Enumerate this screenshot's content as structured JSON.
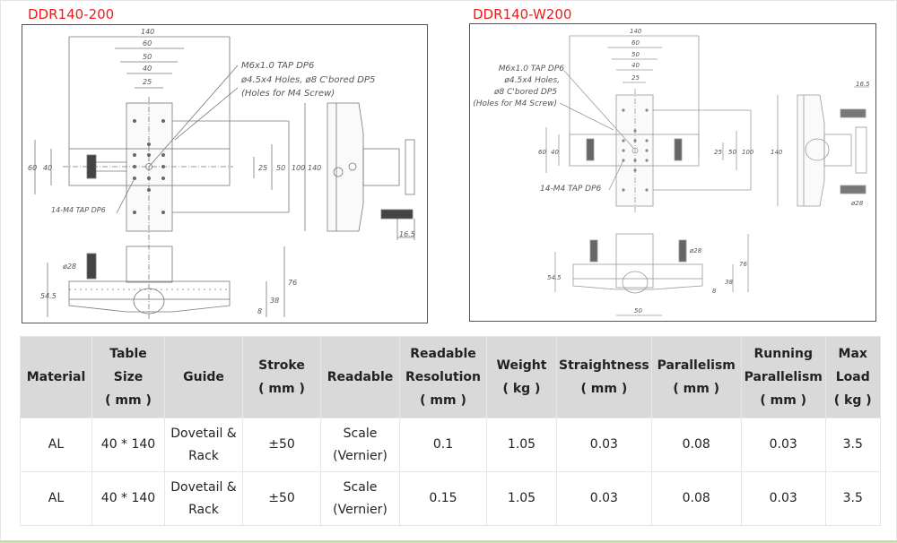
{
  "drawings": [
    {
      "title": "DDR140-200",
      "dims": {
        "d140": "140",
        "d60": "60",
        "d50": "50",
        "d40": "40",
        "d25": "25",
        "v60": "60",
        "v40": "40",
        "v25": "25",
        "v50": "50",
        "v100": "100",
        "v140": "140",
        "d16_5": "16.5",
        "d28": "ø28",
        "d54_5": "54.5",
        "d76": "76",
        "d38": "38",
        "d8": "8"
      },
      "notes": [
        "M6x1.0 TAP DP6",
        "ø4.5x4 Holes, ø8 C'bored DP5",
        "(Holes for M4 Screw)",
        "14-M4 TAP DP6"
      ]
    },
    {
      "title": "DDR140-W200",
      "dims": {
        "d140": "140",
        "d60": "60",
        "d50": "50",
        "d40": "40",
        "d25": "25",
        "v60": "60",
        "v40": "40",
        "v25": "25",
        "v50": "50",
        "v100": "100",
        "v140": "140",
        "d16_5": "16.5",
        "d28": "ø28",
        "d28b": "ø28",
        "d54_5": "54.5",
        "d76": "76",
        "d38": "38",
        "d8": "8",
        "b50": "50"
      },
      "notes": [
        "M6x1.0 TAP DP6",
        "ø4.5x4 Holes,",
        "ø8 C'bored DP5",
        "(Holes for M4 Screw)",
        "14-M4 TAP DP6"
      ]
    }
  ],
  "table": {
    "headers": [
      [
        "Material"
      ],
      [
        "Table",
        "Size",
        "( mm )"
      ],
      [
        "Guide"
      ],
      [
        "Stroke",
        "( mm )"
      ],
      [
        "Readable"
      ],
      [
        "Readable",
        "Resolution",
        "( mm )"
      ],
      [
        "Weight",
        "( kg )"
      ],
      [
        "Straightness",
        "( mm )"
      ],
      [
        "Parallelism",
        "( mm )"
      ],
      [
        "Running",
        "Parallelism",
        "( mm )"
      ],
      [
        "Max",
        "Load",
        "( kg )"
      ]
    ],
    "rows": [
      [
        [
          "AL"
        ],
        [
          "40 * 140"
        ],
        [
          "Dovetail &",
          "Rack"
        ],
        [
          "±50"
        ],
        [
          "Scale",
          "(Vernier)"
        ],
        [
          "0.1"
        ],
        [
          "1.05"
        ],
        [
          "0.03"
        ],
        [
          "0.08"
        ],
        [
          "0.03"
        ],
        [
          "3.5"
        ]
      ],
      [
        [
          "AL"
        ],
        [
          "40 * 140"
        ],
        [
          "Dovetail &",
          "Rack"
        ],
        [
          "±50"
        ],
        [
          "Scale",
          "(Vernier)"
        ],
        [
          "0.15"
        ],
        [
          "1.05"
        ],
        [
          "0.03"
        ],
        [
          "0.08"
        ],
        [
          "0.03"
        ],
        [
          "3.5"
        ]
      ]
    ]
  }
}
